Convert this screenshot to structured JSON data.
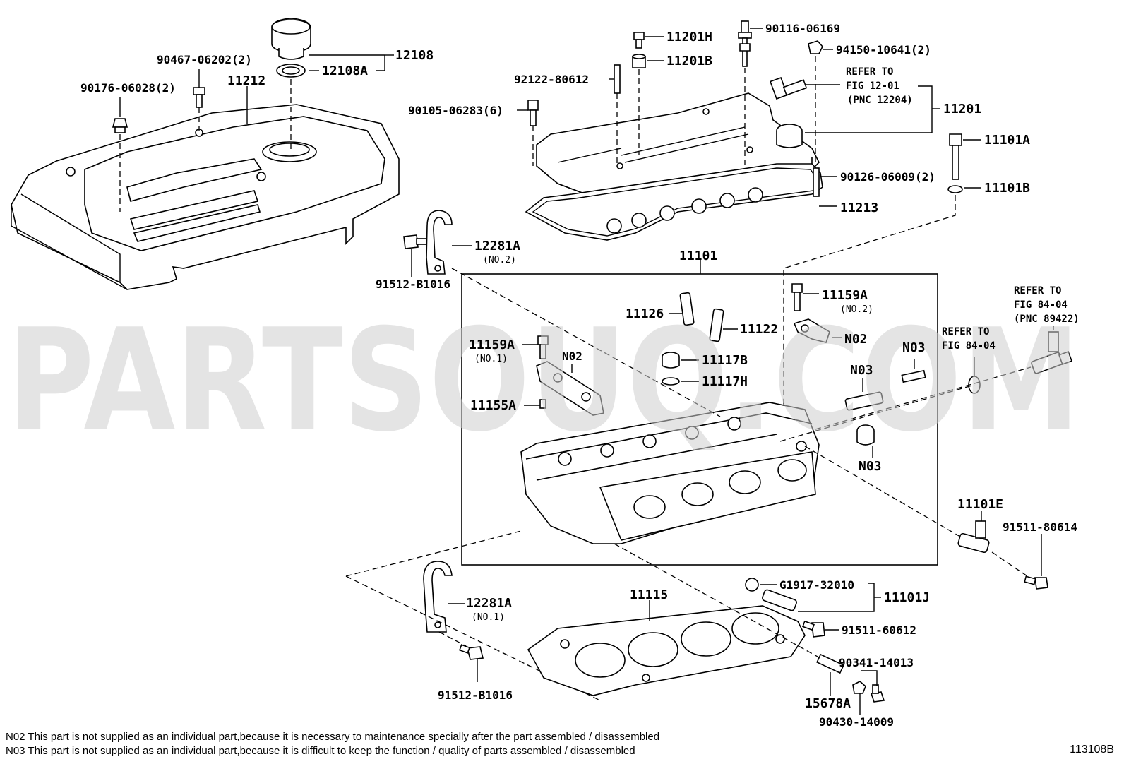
{
  "watermark": "PARTSOUQ.COM",
  "diagram_code": "113108B",
  "notes": [
    "N02 This part is not supplied as an individual part,because it is necessary to maintenance specially after the part assembled / disassembled",
    "N03 This part is not supplied as an individual part,because it is difficult to keep the function / quality of parts assembled / disassembled"
  ],
  "labels": {
    "p12108": "12108",
    "p12108A": "12108A",
    "p90467": "90467-06202(2)",
    "p11212": "11212",
    "p90176": "90176-06028(2)",
    "p11201H": "11201H",
    "p90116": "90116-06169",
    "p94150": "94150-10641(2)",
    "p11201B": "11201B",
    "p92122": "92122-80612",
    "p90105": "90105-06283(6)",
    "p11201": "11201",
    "p11101A": "11101A",
    "p90126": "90126-06009(2)",
    "p11101B": "11101B",
    "p11213": "11213",
    "p12281A_top": "12281A",
    "p12281A_top_sub": "(NO.2)",
    "p91512_top": "91512-B1016",
    "p11101": "11101",
    "p11159A_right": "11159A",
    "p11159A_right_sub": "(NO.2)",
    "p11126": "11126",
    "p11122": "11122",
    "pN02_right": "N02",
    "p11159A_left": "11159A",
    "p11159A_left_sub": "(NO.1)",
    "pN02_left": "N02",
    "p11117B": "11117B",
    "p11117H": "11117H",
    "pN03_a": "N03",
    "pN03_b": "N03",
    "pN03_c": "N03",
    "p11155A": "11155A",
    "p11101E": "11101E",
    "p91511_80614": "91511-80614",
    "p12281A_bot": "12281A",
    "p12281A_bot_sub": "(NO.1)",
    "p11115": "11115",
    "pG1917": "G1917-32010",
    "p11101J": "11101J",
    "p91511_60612": "91511-60612",
    "p90341": "90341-14013",
    "p15678A": "15678A",
    "p90430": "90430-14009",
    "p91512_bot": "91512-B1016"
  },
  "refs": {
    "ref1": [
      "REFER TO",
      "FIG 12-01",
      "(PNC 12204)"
    ],
    "ref2": [
      "REFER TO",
      "FIG 84-04",
      "(PNC 89422)"
    ],
    "ref3": [
      "REFER TO",
      "FIG 84-04"
    ]
  }
}
